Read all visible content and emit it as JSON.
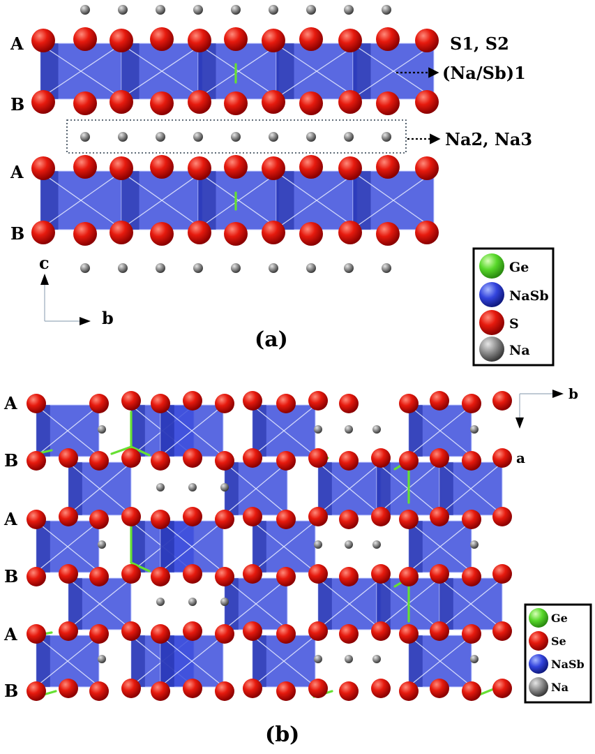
{
  "panel_a": {
    "caption": "(a)",
    "layer_labels": {
      "top": [
        "A",
        "B"
      ],
      "bottom": [
        "A",
        "B"
      ]
    },
    "annotations": {
      "s_sites": "S1, S2",
      "mixed_site": "(Na/Sb)1",
      "na_sites": "Na2, Na3"
    },
    "axes": {
      "vertical": "c",
      "horizontal": "b"
    },
    "legend": [
      {
        "label": "Ge",
        "color": "#66e033"
      },
      {
        "label": "NaSb",
        "color": "#3344dd"
      },
      {
        "label": "S",
        "color": "#e01010"
      },
      {
        "label": "Na",
        "color": "#8a8a8a"
      }
    ]
  },
  "panel_b": {
    "caption": "(b)",
    "layer_labels": [
      "A",
      "B",
      "A",
      "B",
      "A",
      "B"
    ],
    "axes": {
      "horizontal": "b",
      "vertical": "a"
    },
    "legend": [
      {
        "label": "Ge",
        "color": "#66e033"
      },
      {
        "label": "Se",
        "color": "#e01010"
      },
      {
        "label": "NaSb",
        "color": "#3344dd"
      },
      {
        "label": "Na",
        "color": "#8a8a8a"
      }
    ]
  },
  "colors": {
    "polyhedron": "#3d4fdc",
    "polyhedron_dark": "#1d2aa0",
    "anion": "#e01010",
    "sodium": "#8a8a8a",
    "germanium_bond": "#66e033"
  }
}
